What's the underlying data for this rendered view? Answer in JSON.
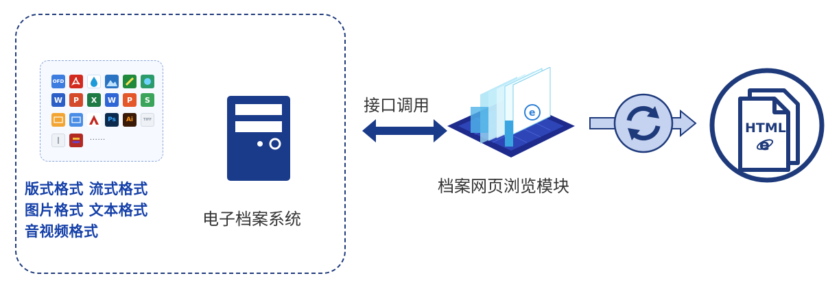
{
  "formats": {
    "line1": "版式格式  流式格式",
    "line2": "图片格式  文本格式",
    "line3": "音视频格式",
    "more": "......"
  },
  "icons": {
    "ofd": "OFD",
    "pdf": "pdf-icon",
    "wps": "W",
    "ppt": "P",
    "xls": "X",
    "wps_w": "W",
    "wps_p": "P",
    "wps_s": "S",
    "ps": "Ps",
    "ai": "Ai",
    "tiff": "TIFF"
  },
  "system": {
    "label": "电子档案系统"
  },
  "interface": {
    "label": "接口调用"
  },
  "module": {
    "label": "档案网页浏览模块"
  },
  "html_doc": {
    "label": "HTML"
  },
  "colors": {
    "navy": "#1e3a7b",
    "blue": "#1540a8",
    "light_blue": "#c5d2f0",
    "icon_border": "#8aa6d8"
  }
}
